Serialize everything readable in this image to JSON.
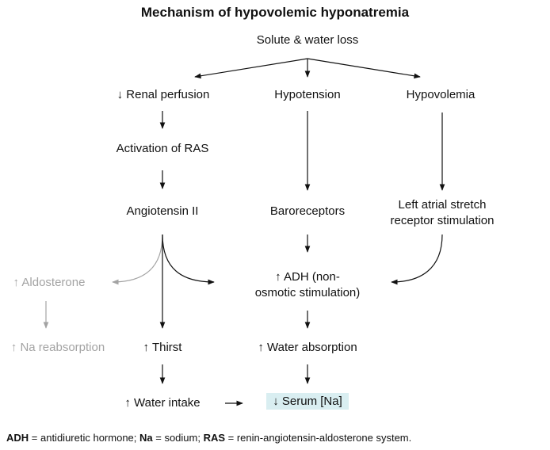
{
  "title": "Mechanism of hypovolemic hyponatremia",
  "nodes": {
    "solute_loss": "Solute & water loss",
    "renal_perfusion": "↓ Renal perfusion",
    "hypotension": "Hypotension",
    "hypovolemia": "Hypovolemia",
    "ras": "Activation of RAS",
    "angiotensin": "Angiotensin II",
    "baroreceptors": "Baroreceptors",
    "left_atrial_1": "Left atrial stretch",
    "left_atrial_2": "receptor stimulation",
    "aldosterone": "↑ Aldosterone",
    "adh_1": "↑ ADH (non-",
    "adh_2": "osmotic stimulation)",
    "na_reabsorption": "↑ Na reabsorption",
    "thirst": "↑ Thirst",
    "water_absorption": "↑ Water absorption",
    "water_intake": "↑ Water intake",
    "serum_na": "↓ Serum [Na]"
  },
  "footnote": {
    "adh_abbr": "ADH",
    "adh_def": " = antidiuretic hormone; ",
    "na_abbr": "Na",
    "na_def": " = sodium; ",
    "ras_abbr": "RAS",
    "ras_def": " = renin-angiotensin-aldosterone system."
  },
  "colors": {
    "arrow": "#111111",
    "faded": "#a3a3a3",
    "highlight": "#d9eef1"
  }
}
